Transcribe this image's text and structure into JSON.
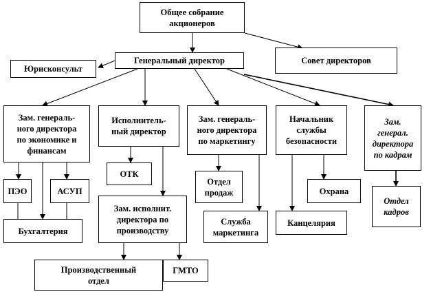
{
  "nodes": {
    "shareholders": "Общее собрание\nакционеров",
    "general_director": "Генеральный директор",
    "legal": "Юрисконсульт",
    "board": "Совет директоров",
    "deputy_economy": "Зам. генераль-\nного директора\nпо экономике и\nфинансам",
    "executive_director": "Исполнитель-\nный директор",
    "deputy_marketing": "Зам. генераль-\nного директора\nпо маркетингу",
    "security_head": "Начальник\nслужбы\nбезопасности",
    "deputy_hr": "Зам.\nгенерал.\nдиректора\nпо кадрам",
    "peo": "ПЭО",
    "asup": "АСУП",
    "accounting": "Бухгалтерия",
    "otk": "ОТК",
    "deputy_production": "Зам. исполнит.\nдиректора по\nпроизводству",
    "production_dept": "Производственный\nотдел",
    "gmto": "ГМТО",
    "sales_dept": "Отдел\nпродаж",
    "marketing_service": "Служба\nмаркетинга",
    "office": "Канцелярия",
    "guard": "Охрана",
    "hr_dept": "Отдел\nкадров"
  }
}
